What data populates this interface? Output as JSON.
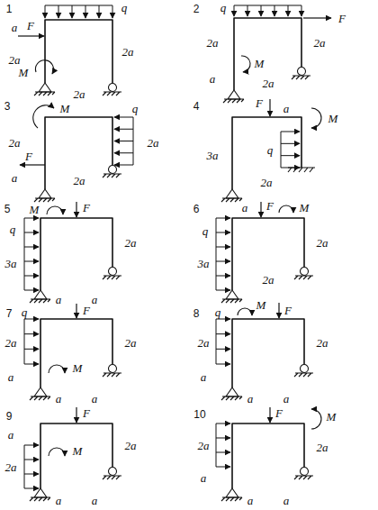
{
  "diagram": {
    "labels": [
      "1",
      "q",
      "a",
      "F",
      "2a",
      "M",
      "2a",
      "2a",
      "2",
      "q",
      "F",
      "2a",
      "a",
      "M",
      "2a",
      "2a",
      "3",
      "M",
      "q",
      "F",
      "2a",
      "a",
      "2a",
      "2a",
      "4",
      "F",
      "a",
      "M",
      "q",
      "3a",
      "2a",
      "5",
      "M",
      "F",
      "q",
      "3a",
      "2a",
      "a",
      "a",
      "6",
      "q",
      "a",
      "F",
      "M",
      "3a",
      "2a",
      "2a",
      "7",
      "q",
      "F",
      "2a",
      "a",
      "M",
      "a",
      "a",
      "2a",
      "8",
      "q",
      "M",
      "F",
      "2a",
      "a",
      "a",
      "a",
      "2a",
      "9",
      "F",
      "a",
      "2a",
      "M",
      "a",
      "a",
      "2a",
      "10",
      "F",
      "M",
      "2a",
      "a",
      "a",
      "a",
      "2a"
    ]
  }
}
